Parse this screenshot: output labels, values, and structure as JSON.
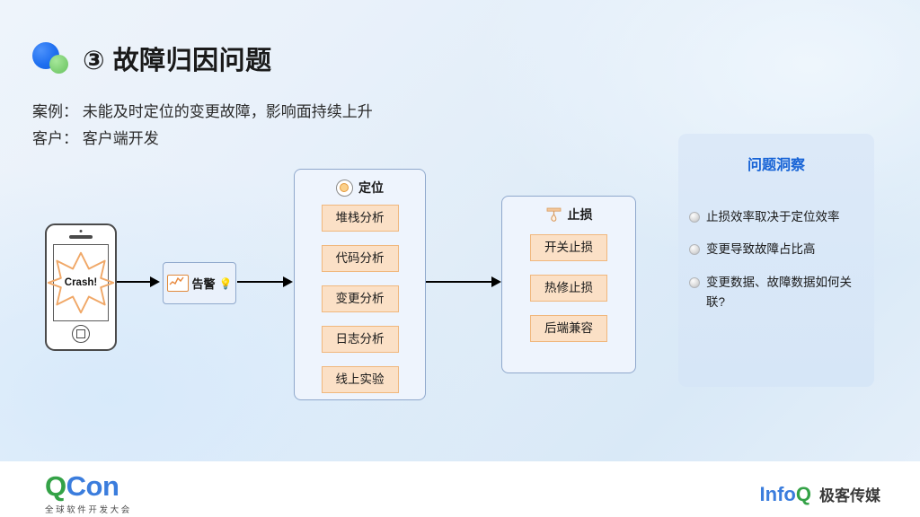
{
  "header": {
    "logo_icon": "two-circles-icon",
    "title": "③ 故障归因问题"
  },
  "subtitle": {
    "line1": "案例： 未能及时定位的变更故障，影响面持续上升",
    "line2": "客户： 客户端开发"
  },
  "flow": {
    "phone": {
      "label": "Crash!",
      "icon": "phone-icon",
      "burst_icon": "starburst-icon"
    },
    "alert": {
      "label": "告警",
      "chart_icon": "line-chart-icon",
      "bulb_icon": "💡"
    },
    "arrows": [
      "arrow-phone-to-alert",
      "arrow-alert-to-locate",
      "arrow-locate-to-stop"
    ],
    "stages": [
      {
        "id": "locate",
        "title": "定位",
        "icon": "target-icon",
        "items": [
          "堆栈分析",
          "代码分析",
          "变更分析",
          "日志分析",
          "线上实验"
        ]
      },
      {
        "id": "stop",
        "title": "止损",
        "icon": "faucet-drip-icon",
        "items": [
          "开关止损",
          "热修止损",
          "后端兼容"
        ]
      }
    ]
  },
  "insight": {
    "title": "问题洞察",
    "items": [
      "止损效率取决于定位效率",
      "变更导致故障占比高",
      "变更数据、故障数据如何关联?"
    ]
  },
  "footer": {
    "qcon": {
      "word_q": "Q",
      "word_con": "Con",
      "tagline": "全球软件开发大会"
    },
    "infoq": {
      "word_info": "Info",
      "word_q": "Q",
      "cn": "极客传媒"
    }
  },
  "colors": {
    "accent_blue": "#1763d6",
    "pill_fill": "#fbe0c6",
    "pill_border": "#f0b77d",
    "panel_border": "#8fa8cc",
    "qcon_green": "#34a247",
    "qcon_blue": "#3b7ddd"
  }
}
